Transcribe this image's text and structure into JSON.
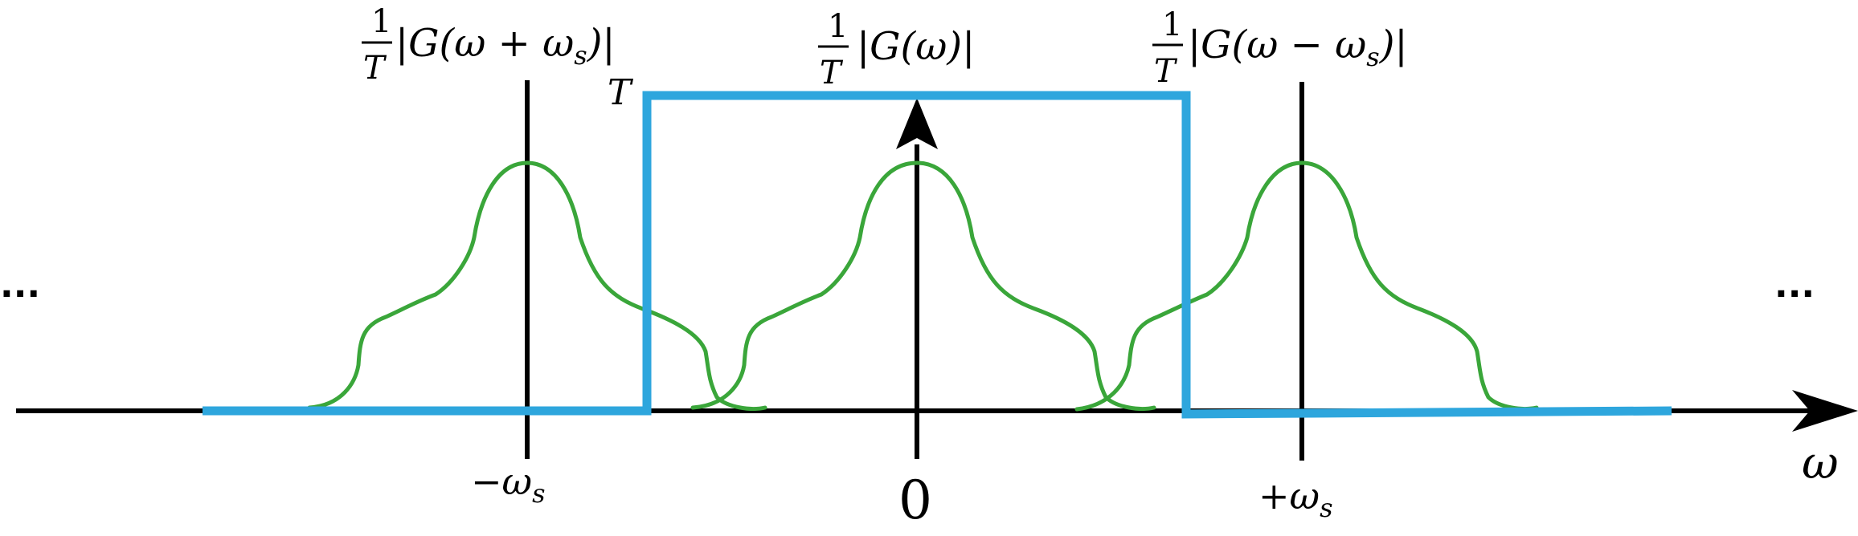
{
  "diagram": {
    "left_ellipsis": "...",
    "right_ellipsis": "...",
    "axis_label": "ω",
    "tick_minus": "−ω",
    "tick_minus_sub": "s",
    "tick_zero": "0",
    "tick_plus": "+ω",
    "tick_plus_sub": "s",
    "filter_height_label": "T",
    "label_left": {
      "num": "1",
      "den": "T",
      "expr": "|G(ω + ω",
      "sub": "s",
      "close": ")|"
    },
    "label_center": {
      "num": "1",
      "den": "T",
      "expr": "|G(ω)|"
    },
    "label_right": {
      "num": "1",
      "den": "T",
      "expr": "|G(ω − ω",
      "sub": "s",
      "close": ")|"
    },
    "colors": {
      "axis": "#000000",
      "spectrum": "#3aa63a",
      "filter": "#2ea6dd"
    }
  }
}
